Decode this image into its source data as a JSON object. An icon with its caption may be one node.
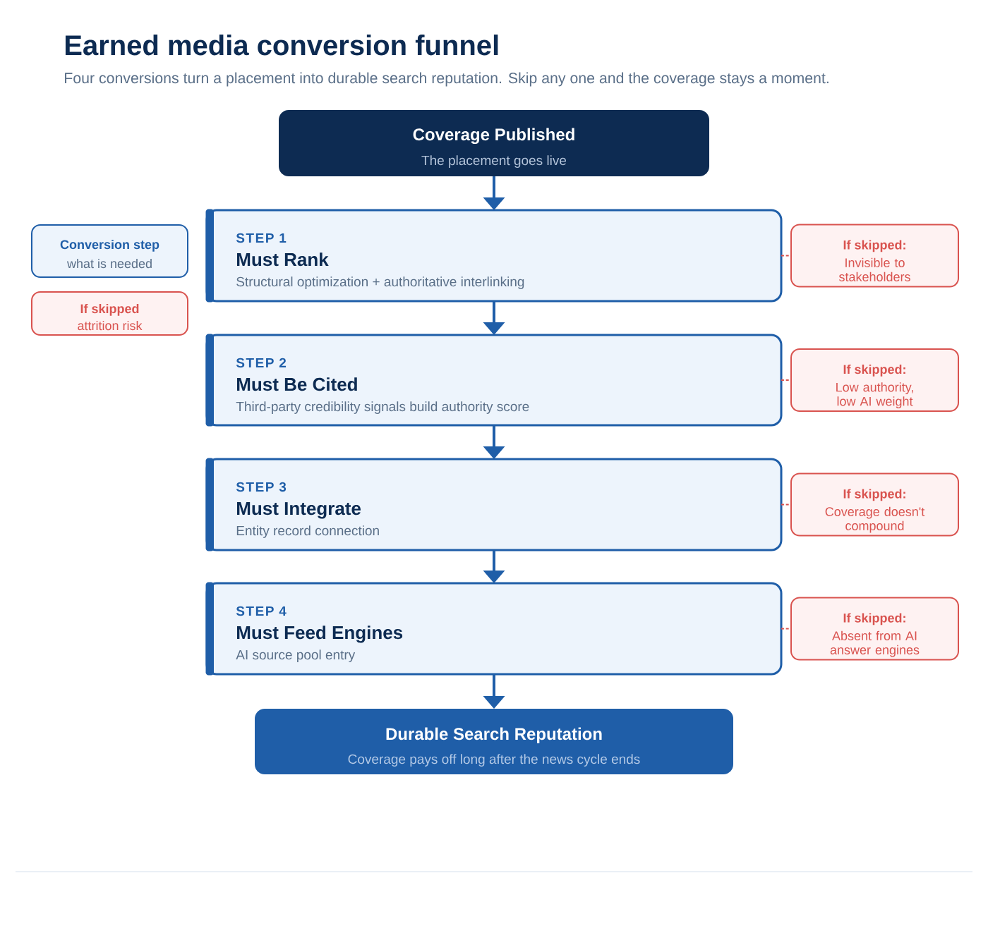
{
  "diagram": {
    "title": "Earned media conversion funnel",
    "caption": "Four conversions turn a placement into durable search reputation. Skip any one and the coverage stays a moment.",
    "nodes": [
      {
        "text": [
          "Coverage Published",
          "The placement goes live"
        ]
      },
      {
        "text": [
          "Conversion step",
          "what is needed"
        ]
      },
      {
        "text": [
          "If skipped",
          "attrition risk"
        ]
      },
      {
        "text": [
          "STEP 1",
          "Must Rank",
          "Structural optimization + authoritative interlinking"
        ]
      },
      {
        "text": [
          "If skipped:",
          "Invisible to stakeholders"
        ]
      },
      {
        "text": [
          "STEP 2",
          "Must Be Cited",
          "Third-party credibility signals build authority score"
        ]
      },
      {
        "text": [
          "If skipped:",
          "Low authority, low AI weight"
        ]
      },
      {
        "text": [
          "STEP 3",
          "Must Integrate",
          "Entity record connection"
        ]
      },
      {
        "text": [
          "If skipped:",
          "Coverage doesn't compound"
        ]
      },
      {
        "text": [
          "STEP 4",
          "Must Feed Engines",
          "AI source pool entry"
        ]
      },
      {
        "text": [
          "If skipped:",
          "Absent from AI answer engines"
        ]
      },
      {
        "text": [
          "Durable Search Reputation",
          "Coverage pays off long after the news cycle ends"
        ]
      }
    ],
    "edges": [
      {
        "from": 0,
        "to": 3,
        "arrow": "to"
      },
      {
        "from": 3,
        "to": 5,
        "arrow": "to"
      },
      {
        "from": 5,
        "to": 7,
        "arrow": "to"
      },
      {
        "from": 7,
        "to": 9,
        "arrow": "to"
      },
      {
        "from": 9,
        "to": 11,
        "arrow": "to"
      },
      {
        "from": 3,
        "to": 4,
        "arrow": "none",
        "style": "dashed",
        "color": "#d9534f"
      },
      {
        "from": 5,
        "to": 6,
        "arrow": "none",
        "style": "dashed",
        "color": "#d9534f"
      },
      {
        "from": 7,
        "to": 8,
        "arrow": "none",
        "style": "dashed",
        "color": "#d9534f"
      },
      {
        "from": 9,
        "to": 10,
        "arrow": "none",
        "style": "dashed",
        "color": "#d9534f"
      }
    ]
  }
}
